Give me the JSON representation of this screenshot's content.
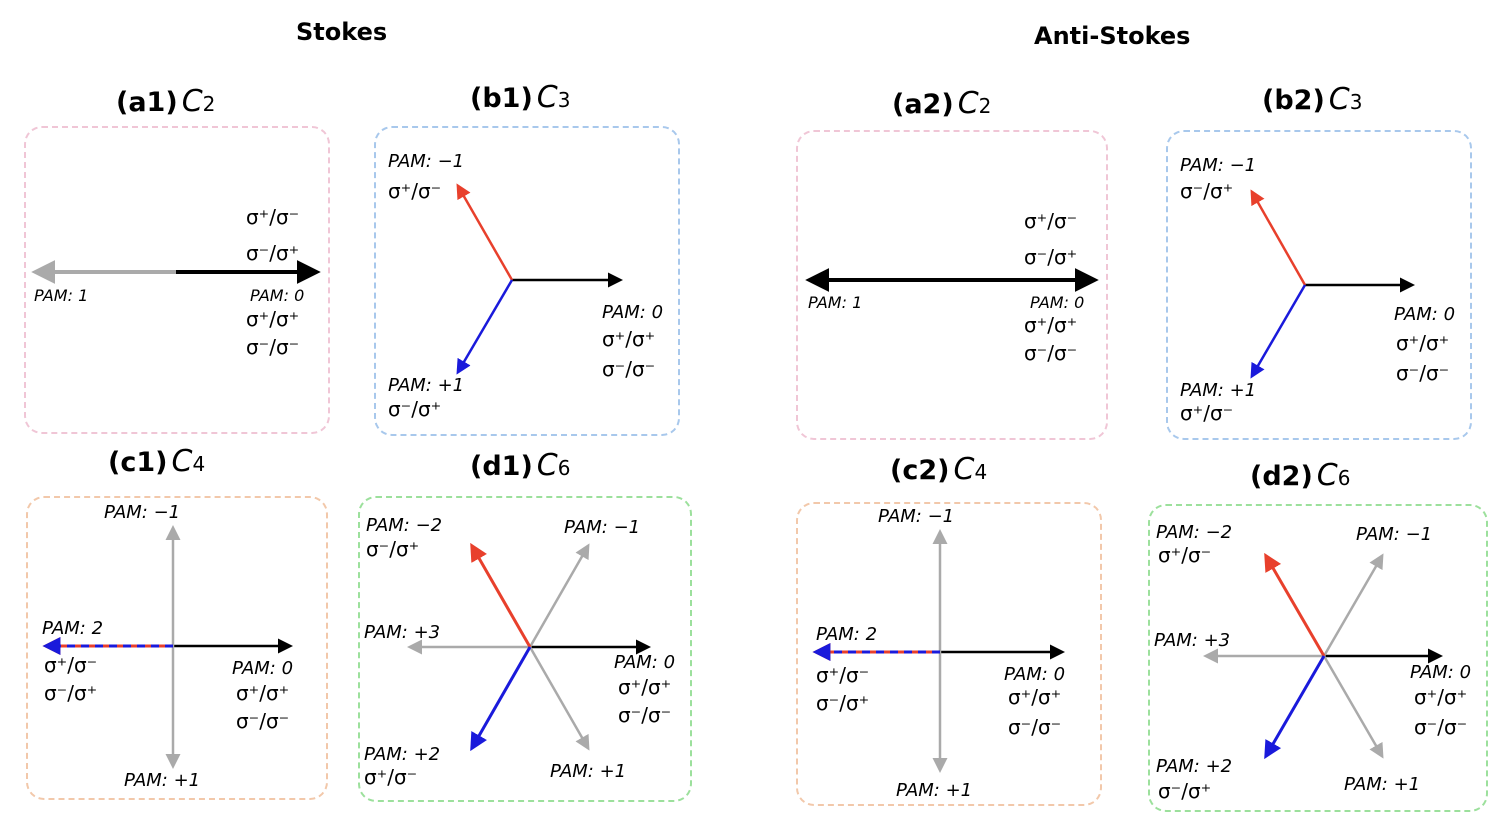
{
  "sections": {
    "stokes": "Stokes",
    "anti_stokes": "Anti-Stokes"
  },
  "colors": {
    "black": "#000000",
    "gray": "#aaaaaa",
    "red": "#e8402c",
    "blue": "#1a1adb",
    "box_pink": "#f0c6d6",
    "box_blue": "#a8c8ec",
    "box_orange": "#f2c8aa",
    "box_green": "#9ce09c"
  },
  "panels": {
    "a1": {
      "id": "(a1)",
      "symbol": "C",
      "sub": "2"
    },
    "b1": {
      "id": "(b1)",
      "symbol": "C",
      "sub": "3"
    },
    "c1": {
      "id": "(c1)",
      "symbol": "C",
      "sub": "4"
    },
    "d1": {
      "id": "(d1)",
      "symbol": "C",
      "sub": "6"
    },
    "a2": {
      "id": "(a2)",
      "symbol": "C",
      "sub": "2"
    },
    "b2": {
      "id": "(b2)",
      "symbol": "C",
      "sub": "3"
    },
    "c2": {
      "id": "(c2)",
      "symbol": "C",
      "sub": "4"
    },
    "d2": {
      "id": "(d2)",
      "symbol": "C",
      "sub": "6"
    }
  },
  "labels": {
    "pam_0": "PAM: 0",
    "pam_1": "PAM: 1",
    "pam_2": "PAM: 2",
    "pam_m1": "PAM: −1",
    "pam_p1": "PAM: +1",
    "pam_m2": "PAM: −2",
    "pam_p2": "PAM: +2",
    "pam_p3": "PAM: +3",
    "spp": "σ⁺/σ⁺",
    "smm": "σ⁻/σ⁻",
    "spm": "σ⁺/σ⁻",
    "smp": "σ⁻/σ⁺"
  }
}
